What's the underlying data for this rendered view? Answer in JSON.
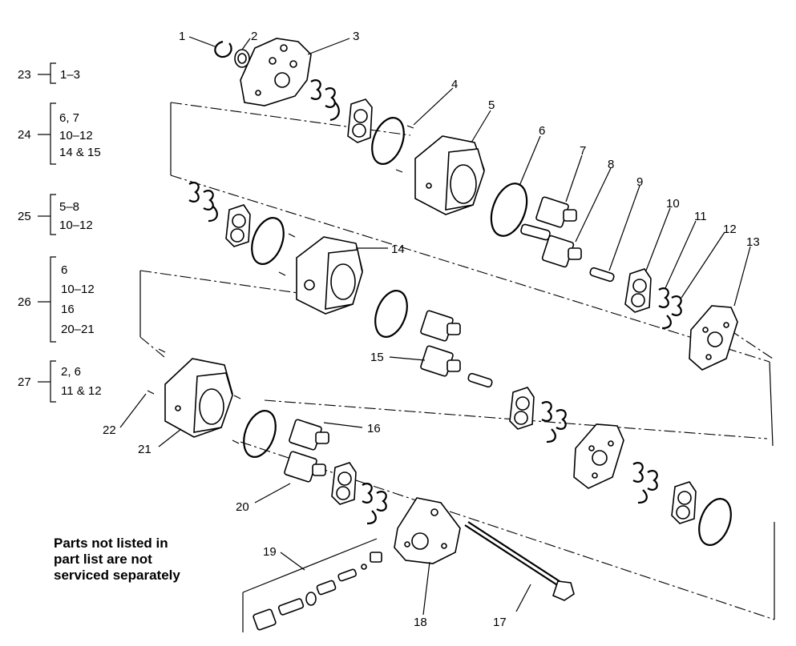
{
  "callouts": [
    "1",
    "2",
    "3",
    "4",
    "5",
    "6",
    "7",
    "8",
    "9",
    "10",
    "11",
    "12",
    "13",
    "14",
    "15",
    "16",
    "17",
    "18",
    "19",
    "20",
    "21",
    "22"
  ],
  "kits": [
    {
      "number": "23",
      "lines": [
        "1–3"
      ]
    },
    {
      "number": "24",
      "lines": [
        "6, 7",
        "10–12",
        "14 & 15"
      ]
    },
    {
      "number": "25",
      "lines": [
        "5–8",
        "10–12"
      ]
    },
    {
      "number": "26",
      "lines": [
        "6",
        "10–12",
        "16",
        "20–21"
      ]
    },
    {
      "number": "27",
      "lines": [
        "2, 6",
        "11 & 12"
      ]
    }
  ],
  "note": [
    "Parts not listed in",
    "part list are not",
    "serviced separately"
  ]
}
